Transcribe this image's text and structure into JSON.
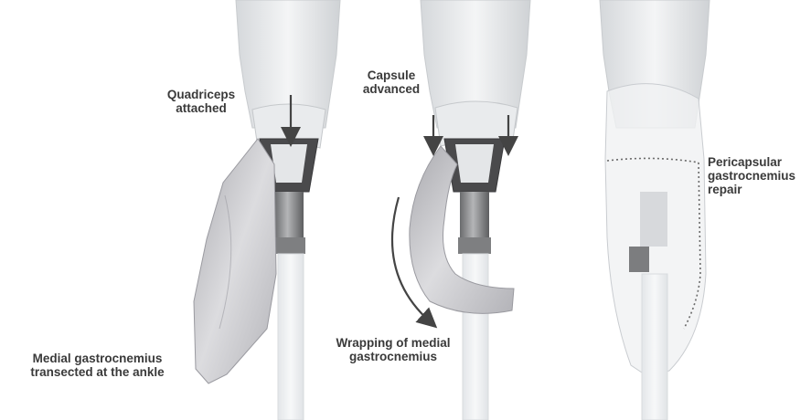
{
  "panels": [
    {
      "id": "panel-1",
      "labels": [
        {
          "lines": [
            "Quadriceps",
            "attached"
          ]
        },
        {
          "lines": [
            "Medial gastrocnemius",
            "transected at the ankle"
          ]
        }
      ]
    },
    {
      "id": "panel-2",
      "labels": [
        {
          "lines": [
            "Capsule",
            "advanced"
          ]
        },
        {
          "lines": [
            "Wrapping of medial",
            "gastrocnemius"
          ]
        }
      ]
    },
    {
      "id": "panel-3",
      "labels": [
        {
          "lines": [
            "Pericapsular",
            "gastrocnemius",
            "repair"
          ]
        }
      ]
    }
  ],
  "colors": {
    "text": "#3a3a3a",
    "arrow": "#444444",
    "bone": "#e6e8ea",
    "muscle": "#b9b9bd",
    "implant_dark": "#4a4a4c",
    "implant_metal": "#8d8e90",
    "suture": "#6a6a6a"
  }
}
